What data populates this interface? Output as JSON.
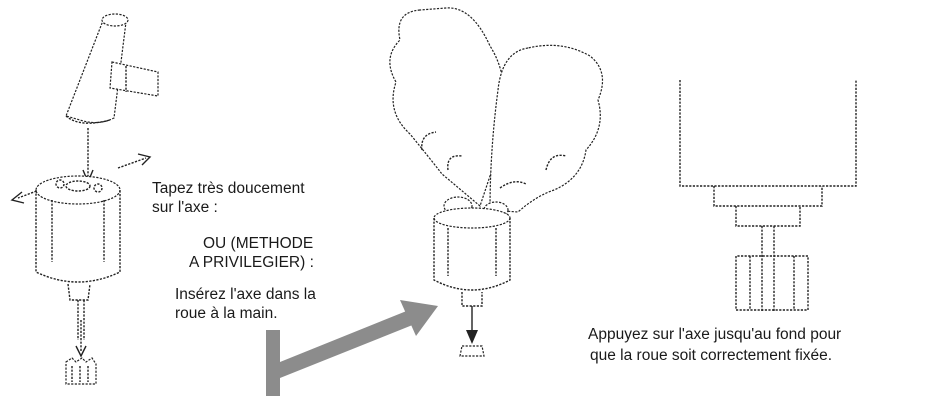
{
  "left_panel": {
    "instruction_lines": [
      "Tapez très doucement",
      "sur l'axe :"
    ],
    "alternative_lines": [
      "OU (METHODE",
      "A PRIVILEGIER) :"
    ],
    "hand_lines": [
      "Insérez l'axe dans la",
      "roue à la main."
    ]
  },
  "right_panel": {
    "caption_lines": [
      "Appuyez sur l'axe jusqu'au fond pour",
      "que la roue soit correctement fixée."
    ]
  },
  "colors": {
    "ink": "#222222",
    "arrow": "#8c8c8c",
    "background": "#ffffff"
  }
}
